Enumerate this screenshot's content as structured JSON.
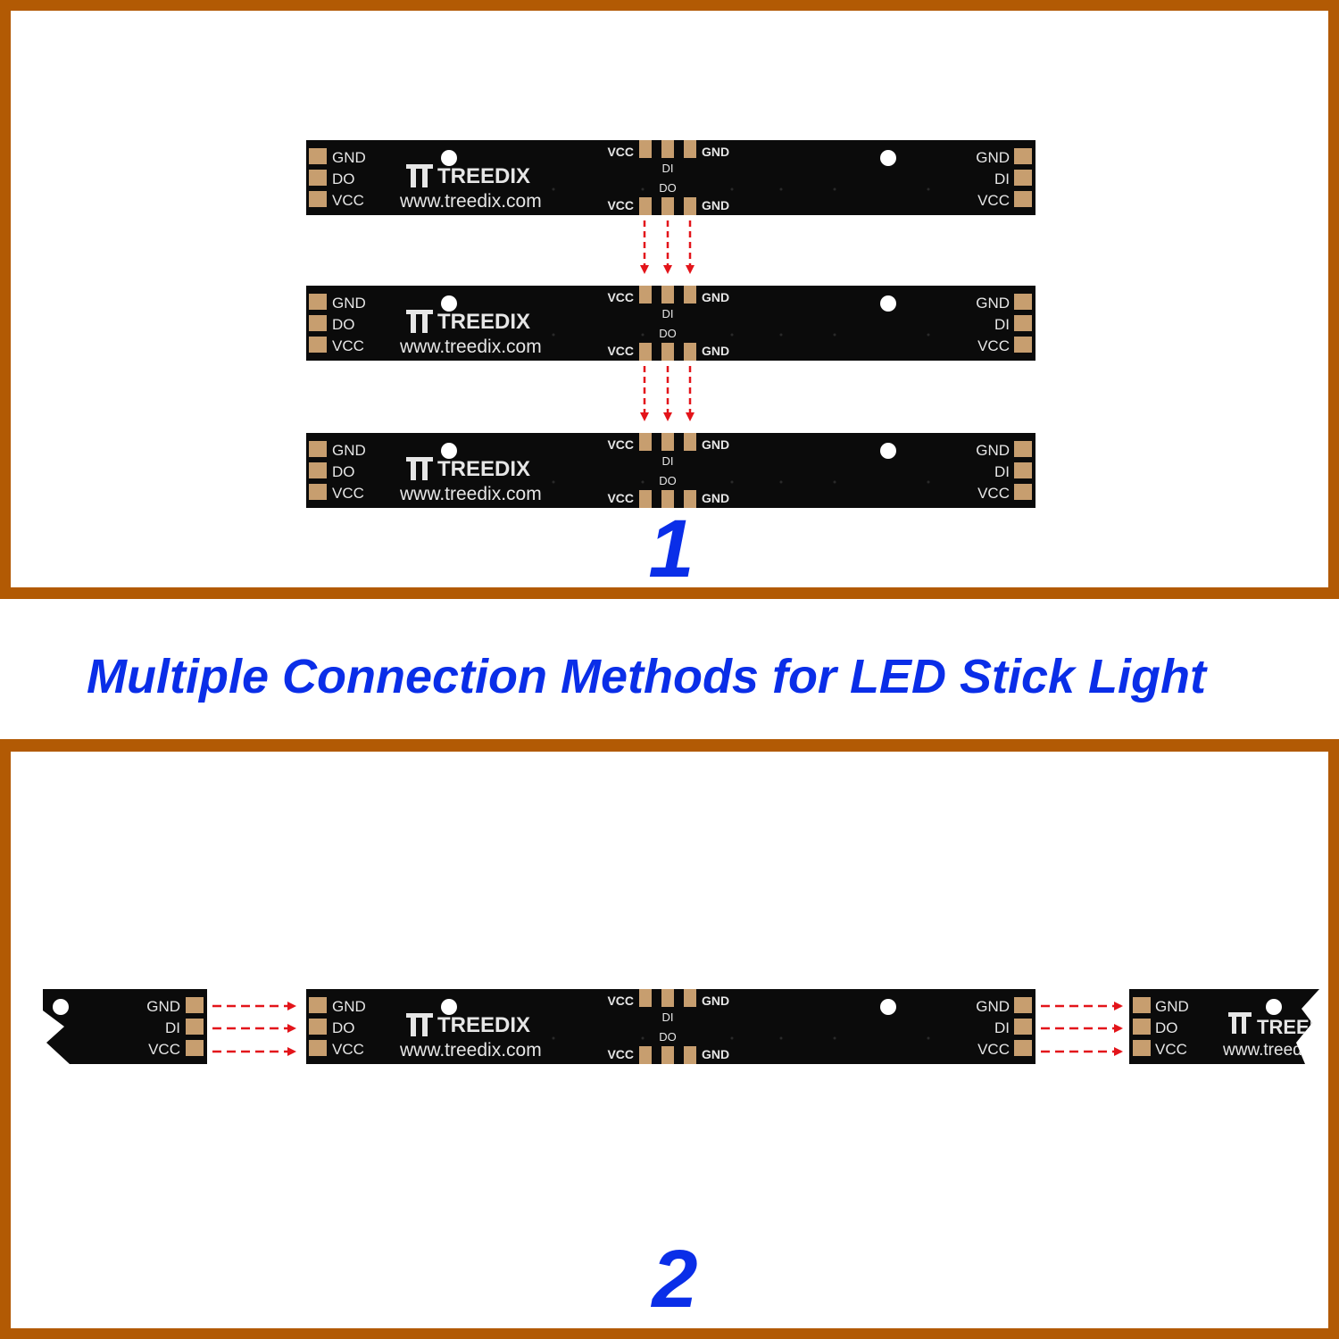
{
  "title": "Multiple Connection Methods for LED Stick Light",
  "panel_labels": [
    "1",
    "2"
  ],
  "board": {
    "brand": "TREEDIX",
    "url": "www.treedix.com",
    "left_pins": [
      "GND",
      "DO",
      "VCC"
    ],
    "right_pins": [
      "GND",
      "DI",
      "VCC"
    ],
    "center_top_left": "VCC",
    "center_top_right": "GND",
    "center_mid": "DI",
    "center_low": "DO",
    "center_bottom_left": "VCC",
    "center_bottom_right": "GND"
  },
  "colors": {
    "frame": "#b25a04",
    "title": "#0a2ee8",
    "number": "#0a2ee8",
    "board": "#0b0b0b",
    "pad": "#c79e6f",
    "silk": "#e6e6e6",
    "arrow": "#e3141a"
  }
}
